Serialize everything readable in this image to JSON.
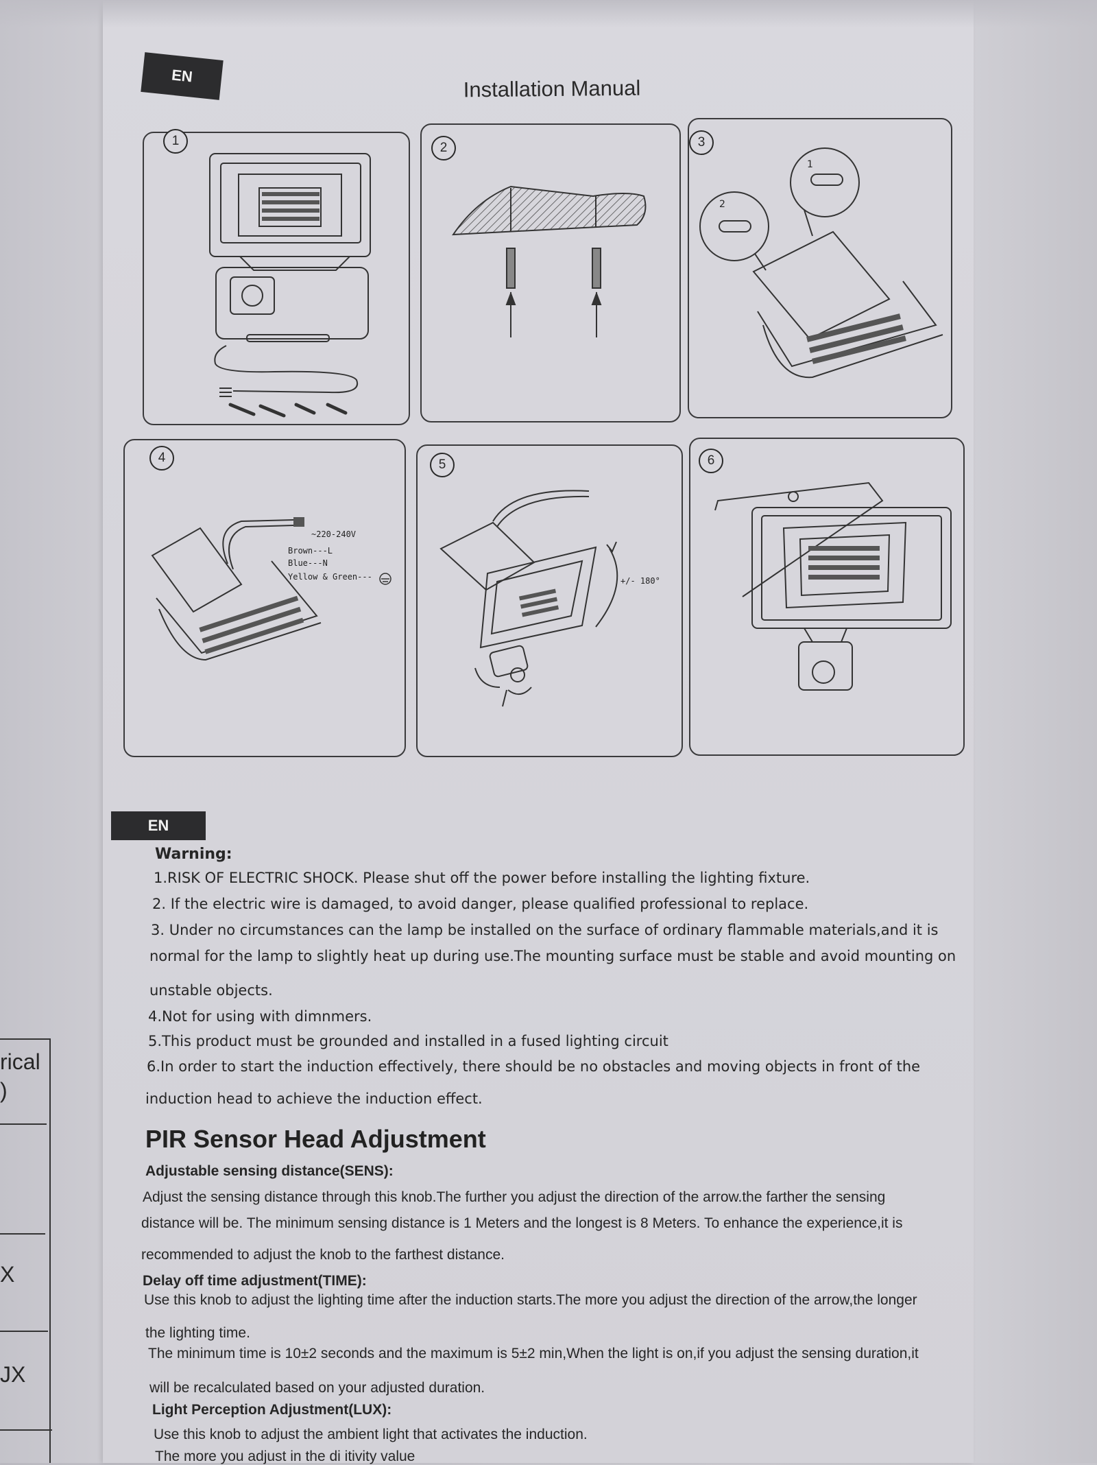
{
  "header": {
    "lang_tag": "EN",
    "title": "Installation Manual"
  },
  "steps": [
    {
      "number": "1"
    },
    {
      "number": "2"
    },
    {
      "number": "3",
      "callouts": [
        "1",
        "2"
      ]
    },
    {
      "number": "4",
      "wiring": {
        "voltage": "~220-240V",
        "brown": "Brown---L",
        "blue": "Blue---N",
        "yellow_green": "Yellow & Green---"
      }
    },
    {
      "number": "5",
      "rotation": "+/- 180°"
    },
    {
      "number": "6"
    }
  ],
  "warning": {
    "lang_tag": "EN",
    "title": "Warning:",
    "lines": [
      "1.RISK OF ELECTRIC SHOCK. Please shut off the power before installing the lighting fixture.",
      "2. If the electric wire is damaged, to avoid danger, please qualified professional to replace.",
      "3. Under no circumstances can the lamp be installed on the surface of ordinary flammable materials,and it is",
      "normal for the lamp to slightly heat up during use.The mounting surface must be stable and avoid mounting on",
      "unstable objects.",
      "4.Not for using with dimnmers.",
      "5.This product must be grounded and installed in a fused lighting circuit",
      "6.In order to start the induction effectively, there should be no obstacles and moving objects in front of the",
      "induction head to achieve the induction effect."
    ]
  },
  "pir": {
    "title": "PIR Sensor Head Adjustment",
    "sens_heading": "Adjustable sensing distance(SENS):",
    "sens_lines": [
      "Adjust the sensing distance through this knob.The further you adjust the direction of the arrow.the farther the sensing",
      "distance will be. The minimum sensing distance is 1 Meters and the longest is 8 Meters. To enhance the experience,it is",
      "recommended to adjust the knob to the farthest distance."
    ],
    "time_heading": "Delay off time adjustment(TIME):",
    "time_lines": [
      "Use this knob to adjust the lighting time after the induction starts.The more you adjust the direction of the arrow,the longer",
      "the lighting time.",
      "The minimum time is 10±2 seconds and the maximum is 5±2 min,When the light is on,if you adjust the sensing duration,it",
      "will be recalculated based on your adjusted duration."
    ],
    "lux_heading": "Light Perception Adjustment(LUX):",
    "lux_lines": [
      "Use this knob to adjust the ambient light that activates the induction.",
      "The more you adjust in the di                                                        itivity value"
    ]
  },
  "left_sheet": {
    "cells": [
      "rical",
      ")",
      "X",
      "JX"
    ]
  }
}
